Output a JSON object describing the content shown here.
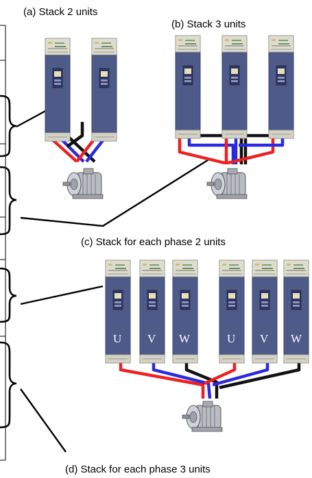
{
  "captions": {
    "a": "(a) Stack 2 units",
    "b": "(b) Stack 3 units",
    "c": "(c) Stack for each phase 2 units",
    "d": "(d) Stack for each phase 3 units"
  },
  "phase_labels": [
    "U",
    "V",
    "W",
    "U",
    "V",
    "W"
  ],
  "colors": {
    "phase_u": "#ee2020",
    "phase_v": "#2a2ae0",
    "phase_w": "#111111",
    "drive_body": "#505c8a",
    "drive_top": "#d9d9cc"
  },
  "icons": [
    "inverter-unit-icon",
    "motor-icon",
    "curly-brace-icon"
  ]
}
